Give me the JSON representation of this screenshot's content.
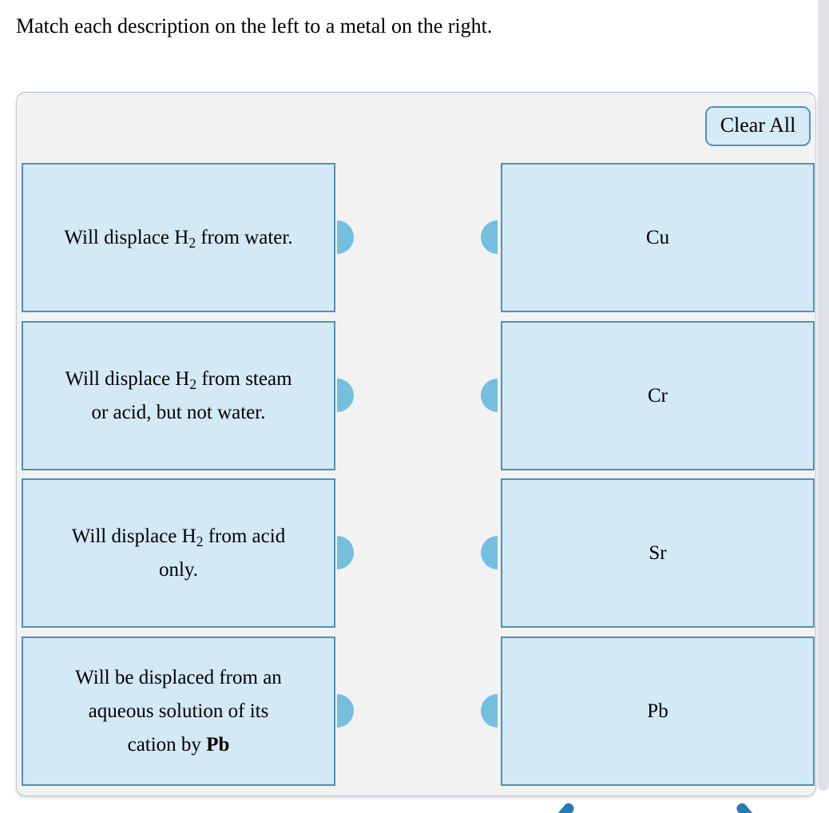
{
  "title": "Match each description on the left to a metal on the right.",
  "toolbar": {
    "clear_all_label": "Clear All"
  },
  "matching": {
    "descriptions": [
      {
        "segments": [
          {
            "t": "Will displace H"
          },
          {
            "t": "2",
            "sub": true
          },
          {
            "t": " from water."
          }
        ]
      },
      {
        "segments": [
          {
            "t": "Will displace H"
          },
          {
            "t": "2",
            "sub": true
          },
          {
            "t": " from steam"
          },
          {
            "br": true
          },
          {
            "t": "or acid, but not water."
          }
        ]
      },
      {
        "segments": [
          {
            "t": "Will displace H"
          },
          {
            "t": "2",
            "sub": true
          },
          {
            "t": " from acid"
          },
          {
            "br": true
          },
          {
            "t": "only."
          }
        ]
      },
      {
        "segments": [
          {
            "t": "Will be displaced from an"
          },
          {
            "br": true
          },
          {
            "t": "aqueous solution of its"
          },
          {
            "br": true
          },
          {
            "t": "cation by "
          },
          {
            "t": "Pb",
            "bold": true
          }
        ]
      }
    ],
    "metals": [
      "Cu",
      "Cr",
      "Sr",
      "Pb"
    ]
  },
  "colors": {
    "box_fill": "#d3e9f6",
    "box_border": "#4e92b4",
    "connector_dot": "#74bfdf",
    "panel_background": "#f2f2f3",
    "bottom_glyph_blue": "#2a7ab5"
  }
}
